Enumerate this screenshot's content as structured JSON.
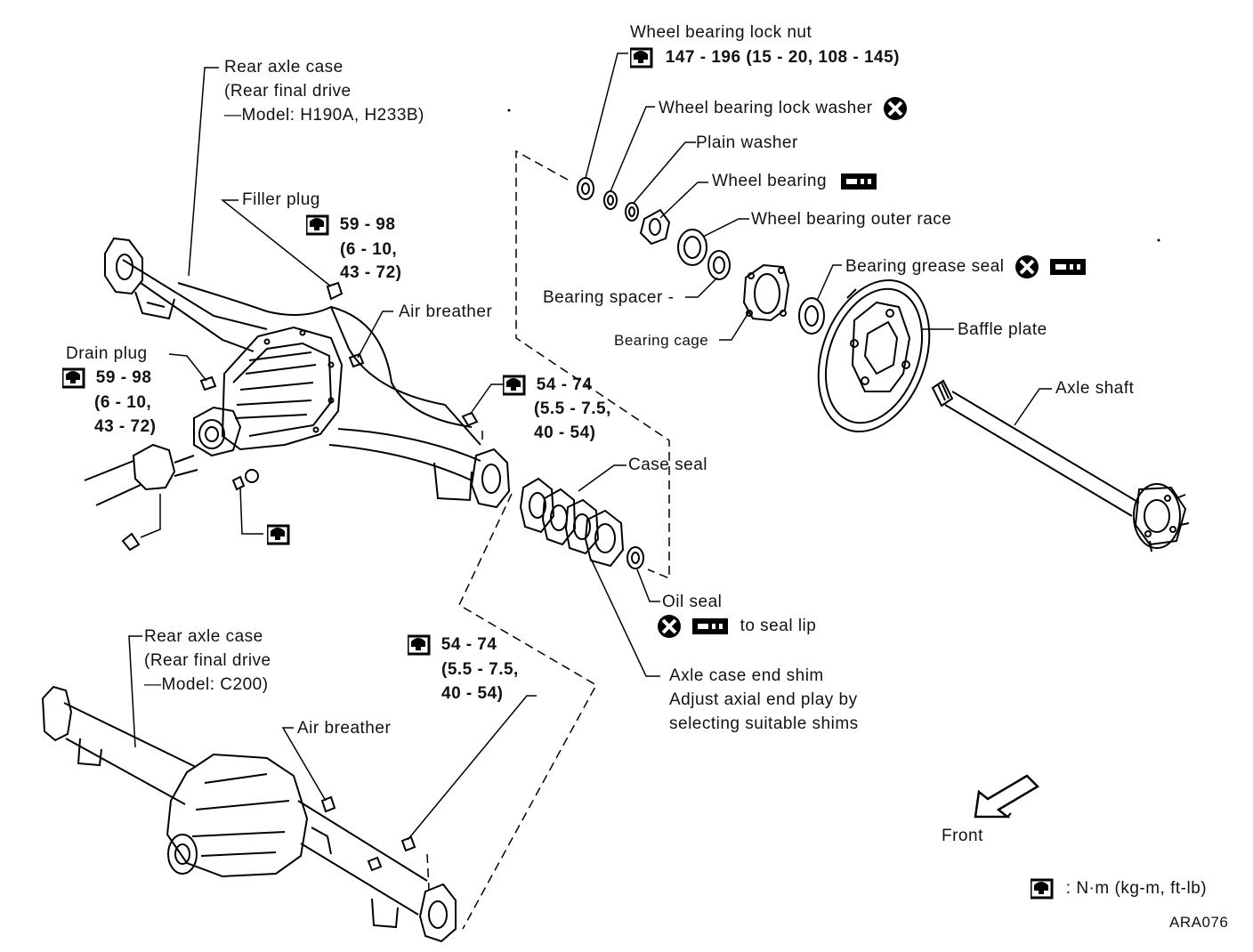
{
  "labels": {
    "lock_nut": "Wheel bearing lock nut",
    "lock_nut_torque": "147 - 196 (15 - 20, 108 - 145)",
    "lock_washer": "Wheel bearing lock washer",
    "plain_washer": "Plain washer",
    "wheel_bearing": "Wheel bearing",
    "outer_race": "Wheel bearing outer race",
    "bearing_spacer": "Bearing spacer",
    "bearing_cage": "Bearing cage",
    "grease_seal": "Bearing grease seal",
    "baffle_plate": "Baffle plate",
    "axle_shaft": "Axle shaft",
    "case_seal": "Case seal",
    "oil_seal": "Oil seal",
    "oil_seal_note": "to seal lip",
    "end_shim_1": "Axle case end shim",
    "end_shim_2": "Adjust axial end play by",
    "end_shim_3": "selecting suitable shims",
    "rear_axle_h_1": "Rear axle case",
    "rear_axle_h_2": "(Rear final drive",
    "rear_axle_h_3": "—Model: H190A, H233B)",
    "filler_plug": "Filler plug",
    "filler_t1": "59 - 98",
    "filler_t2": "(6 - 10,",
    "filler_t3": "43 - 72)",
    "air_breather_1": "Air breather",
    "drain_plug": "Drain plug",
    "drain_t1": "59 - 98",
    "drain_t2": "(6 - 10,",
    "drain_t3": "43 - 72)",
    "bolt_t1": "54 - 74",
    "bolt_t2": "(5.5 - 7.5,",
    "bolt_t3": "40 - 54)",
    "rear_axle_c_1": "Rear axle case",
    "rear_axle_c_2": "(Rear final drive",
    "rear_axle_c_3": "—Model: C200)",
    "air_breather_2": "Air breather",
    "bolt2_t1": "54 - 74",
    "bolt2_t2": "(5.5 - 7.5,",
    "bolt2_t3": "40 - 54)",
    "front": "Front",
    "legend_units": ": N·m (kg-m, ft-lb)",
    "figure_code": "ARA076"
  },
  "icons": {
    "torque": "torque-wrench-icon",
    "replace": "replace-x-icon",
    "grease": "grease-icon"
  }
}
